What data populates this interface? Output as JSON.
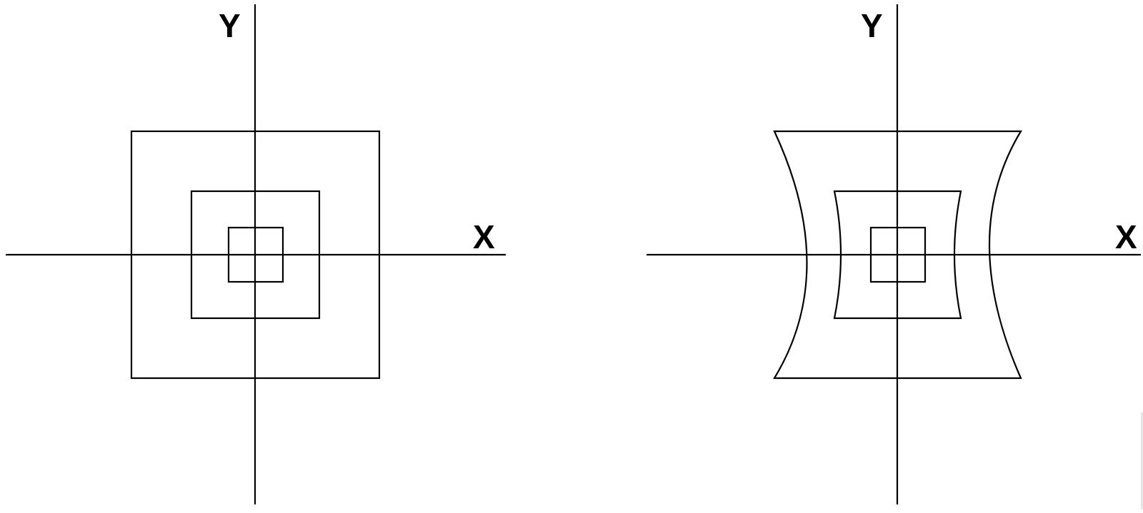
{
  "panels": [
    {
      "id": "undistorted",
      "x_label": "X",
      "y_label": "Y",
      "squares": 3
    },
    {
      "id": "pincushion-distorted",
      "x_label": "X",
      "y_label": "Y",
      "squares": 3
    }
  ],
  "colors": {
    "stroke": "#000000",
    "background": "#ffffff"
  }
}
